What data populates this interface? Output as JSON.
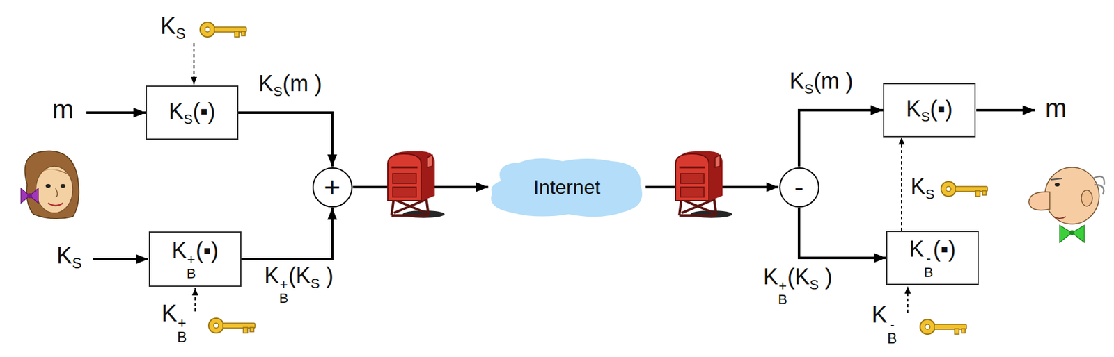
{
  "diagram": {
    "nodes": [
      {
        "text": [
          "KS(▪)"
        ]
      },
      {
        "text": [
          "KB+(▪)"
        ]
      },
      {
        "text": [
          "+"
        ]
      },
      {
        "text": [
          "Internet"
        ]
      },
      {
        "text": [
          "-"
        ]
      },
      {
        "text": [
          "KS(▪)"
        ]
      },
      {
        "text": [
          "KB-(▪)"
        ]
      }
    ],
    "edges": [
      {
        "from": 0,
        "to": 2,
        "label": "KS(m )",
        "arrow": "to"
      },
      {
        "from": 1,
        "to": 2,
        "label": "KB+(KS )",
        "arrow": "to"
      },
      {
        "from": 2,
        "to": 3,
        "arrow": "to"
      },
      {
        "from": 3,
        "to": 4,
        "arrow": "to"
      },
      {
        "from": 4,
        "to": 5,
        "label": "KS(m )",
        "arrow": "to"
      },
      {
        "from": 4,
        "to": 6,
        "label": "KB+(KS )",
        "arrow": "to"
      },
      {
        "from": 6,
        "to": 5,
        "label": "KS",
        "arrow": "to"
      }
    ],
    "labels": [
      "KS",
      "m",
      "KS",
      "KB+",
      "m",
      "KB-"
    ]
  }
}
